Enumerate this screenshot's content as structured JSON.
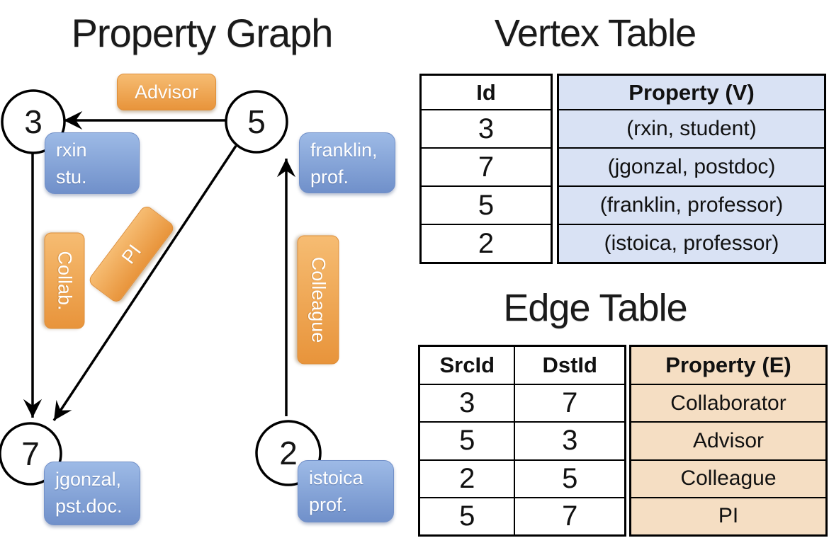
{
  "graph": {
    "title": "Property Graph",
    "nodes": [
      {
        "id": "3",
        "prop_line1": "rxin",
        "prop_line2": "stu."
      },
      {
        "id": "5",
        "prop_line1": "franklin,",
        "prop_line2": "prof."
      },
      {
        "id": "7",
        "prop_line1": "jgonzal,",
        "prop_line2": "pst.doc."
      },
      {
        "id": "2",
        "prop_line1": "istoica",
        "prop_line2": "prof."
      }
    ],
    "edges": [
      {
        "label": "Advisor",
        "from": "5",
        "to": "3"
      },
      {
        "label": "Collab.",
        "from": "3",
        "to": "7"
      },
      {
        "label": "PI",
        "from": "5",
        "to": "7"
      },
      {
        "label": "Colleague",
        "from": "2",
        "to": "5"
      }
    ]
  },
  "vertex_table": {
    "title": "Vertex Table",
    "columns": [
      "Id",
      "Property (V)"
    ],
    "rows": [
      [
        "3",
        "(rxin, student)"
      ],
      [
        "7",
        "(jgonzal, postdoc)"
      ],
      [
        "5",
        "(franklin, professor)"
      ],
      [
        "2",
        "(istoica, professor)"
      ]
    ]
  },
  "edge_table": {
    "title": "Edge Table",
    "columns": [
      "SrcId",
      "DstId",
      "Property (E)"
    ],
    "rows": [
      [
        "3",
        "7",
        "Collaborator"
      ],
      [
        "5",
        "3",
        "Advisor"
      ],
      [
        "2",
        "5",
        "Colleague"
      ],
      [
        "5",
        "7",
        "PI"
      ]
    ]
  },
  "colors": {
    "edge_label_fill_top": "#f6bc72",
    "edge_label_fill_bottom": "#e8943b",
    "vertex_label_fill_top": "#9dbae6",
    "vertex_label_fill_bottom": "#7090ca",
    "vertex_property_cell_bg": "#d9e2f4",
    "edge_property_cell_bg": "#f5dec3",
    "table_border": "#000000",
    "line_color": "#000000"
  }
}
